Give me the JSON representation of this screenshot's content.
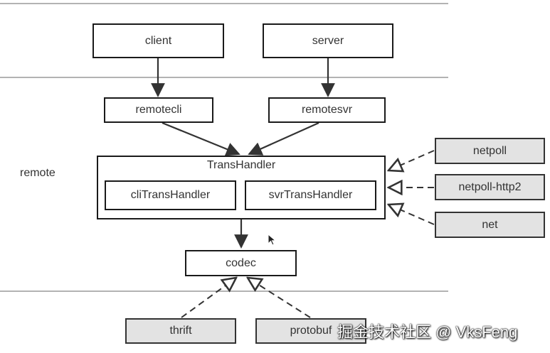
{
  "layers": {
    "remote_label": "remote"
  },
  "nodes": {
    "client": "client",
    "server": "server",
    "remotecli": "remotecli",
    "remotesvr": "remotesvr",
    "transhandler": "TransHandler",
    "clitranshandler": "cliTransHandler",
    "svrtranshandler": "svrTransHandler",
    "codec": "codec",
    "netpoll": "netpoll",
    "netpoll_http2": "netpoll-http2",
    "net": "net",
    "thrift": "thrift",
    "protobuf": "protobuf"
  },
  "watermark": "掘金技术社区 @ VksFeng",
  "colors": {
    "stroke": "#333333",
    "ext_fill": "#e3e3e3",
    "divider": "#9a9a9a"
  }
}
